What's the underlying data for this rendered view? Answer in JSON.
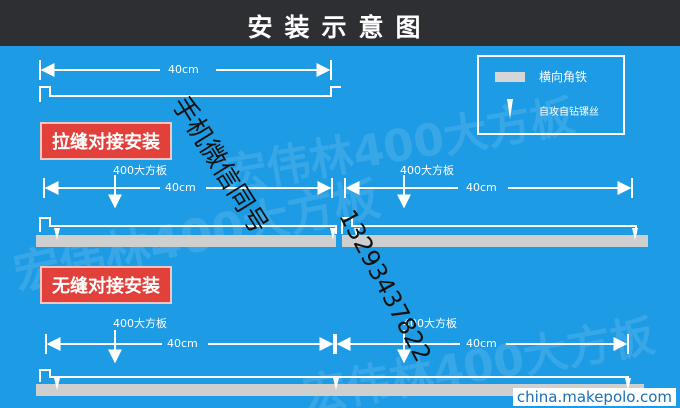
{
  "title": "安装示意图",
  "legend": {
    "angle_iron": "横向角铁",
    "screw": "自攻自钻镙丝"
  },
  "sections": {
    "seam": "拉缝对接安装",
    "seamless": "无缝对接安装"
  },
  "dimension": "40cm",
  "board_label": "400大方板",
  "watermarks": [
    "宏伟林400大方板",
    "宏伟林400大方板",
    "宏伟林400大方板"
  ],
  "overlay": {
    "contact_label": "手机微信同号",
    "phone": "13293437822"
  },
  "site": "china.makepolo.com",
  "colors": {
    "background": "#1d9be4",
    "title_bar": "#2e2f33",
    "label_red": "#e2403a",
    "rail_gray": "#cfcfcf"
  }
}
